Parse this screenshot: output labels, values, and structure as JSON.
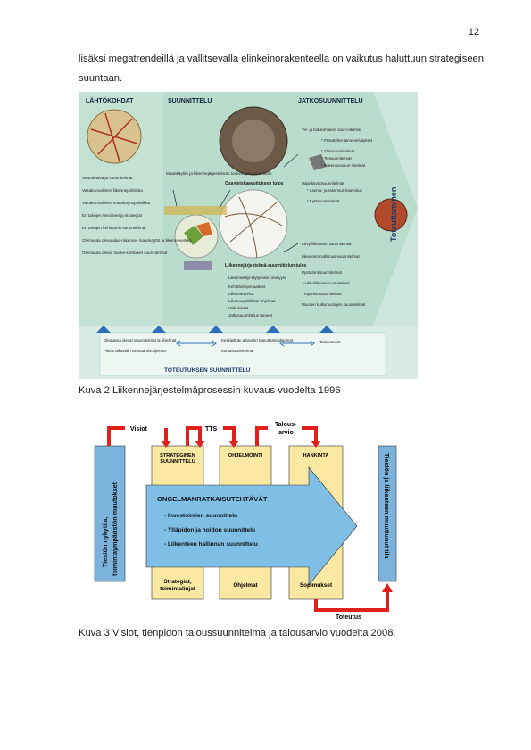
{
  "page_number": "12",
  "intro_text": "lisäksi megatrendeillä ja vallitsevalla elinkeinorakenteella on vaikutus haluttuun strategiseen suuntaan.",
  "fig1": {
    "header_left": "LÄHTÖKOHDAT",
    "header_mid": "SUUNNITTELU",
    "header_right": "JATKOSUUNNITTELU",
    "vertical_label": "Toteuttaminen",
    "left_list": [
      "Seutukaava ja suunnitelmat",
      "Valtakunnallinen liikennepolitiikka",
      "Valtakunnallinen maankäyttöpolitiikka",
      "Eri tahojen tavoitteet ja strategiat",
      "Eri tahojen kehittämis-suunnitelmat",
      "Olemassa oleva alue-rakenne, maankäyttö ja liikenneverkko",
      "Olemassa olevat hanke-kohtaiset suunnitelmat"
    ],
    "mid_top_label": "Maankäytön ja liikennejärjestelmän toimintojen suunnittelu",
    "mid_label_osa": "Osayleiskaavoituksen tulos",
    "mid_label_lj": "Liikennejärjestelmä-suunnittelun tulos",
    "mid_list": [
      "Liikennekäyt-täytymisen analyysi",
      "Kehittämisperiaatteet",
      "Liikenneverkot",
      "Liikennepolitiikka/-ohjelmat",
      "Vaikutukset",
      "Jatkosuunnittelun tarpeet"
    ],
    "right_list_top": [
      "Tie- ja katukohtaiset suun-nitelmat",
      "* Pääväylien tarve-selvitykset",
      "* Yleissuunnitelmat",
      "* Tiesuunnitelmat",
      "* Rakennussuun-nitelmat",
      "Maankäyttösuunnitelmat",
      "* Asema- ja rakennus-kaavoitus",
      "* Kyläsuunnitelmat"
    ],
    "right_list_bottom": [
      "Kevytliikenteen suunnitelmat",
      "Liikenneturvallisuus-suunnitelmat",
      "Pysäköintisuunnitelmat",
      "Joukkoliikennesuunnitelmat",
      "Ympäristösuunnitelmat",
      "Muut eri kulkumuotojen suunnitelmat"
    ],
    "bottom_left": [
      "Olemassa olevat suunnitelmat ja ohjelmat",
      "Pitkän aikavälin toteuttamisohjelmat"
    ],
    "bottom_mid": [
      "Keskipitkän aikavälin toteuttamisohjelmat",
      "Kuntasuunnitelmat"
    ],
    "bottom_right": [
      "Talousarviot"
    ],
    "bottom_title": "TOTEUTUKSEN SUUNNITTELU",
    "colors": {
      "bg": "#cde6dc",
      "band": "#a9d3c3",
      "triangle": "#2d6fb8"
    }
  },
  "caption1": "Kuva 2 Liikennejärjestelmäprosessin kuvaus vuodelta 1996",
  "fig2": {
    "top_labels": [
      "Visiot",
      "TTS",
      "Talous-",
      "arvio"
    ],
    "left_vertical": [
      "Tiestön nykytila,",
      "toimintaympäristön muutokset"
    ],
    "right_vertical": "Tiestön ja liikenteen muuttunut tila",
    "columns_top": [
      [
        "STRATEGINEN",
        "SUUNNITTELU"
      ],
      [
        "OHJELMOINTI"
      ],
      [
        "HANKINTA"
      ]
    ],
    "columns_bottom": [
      [
        "Strategiat,",
        "toimintalinjat"
      ],
      [
        "Ohjelmat"
      ],
      [
        "Sopimukset"
      ]
    ],
    "arrow_title": "ONGELMANRATKAISUTEHTÄVÄT",
    "arrow_items": [
      "- Investointien suunnittelu",
      "- Ylläpidon ja hoidon suunnittelu",
      "- Liikenteen hallinnan suunnittelu"
    ],
    "bottom_label": "Toteutus",
    "colors": {
      "side": "#7bb3dc",
      "column": "#fbe9a3",
      "arrow": "#7fbfe6",
      "red": "#e0201a"
    }
  },
  "caption2": "Kuva 3 Visiot, tienpidon taloussuunnitelma ja talousarvio vuodelta 2008."
}
